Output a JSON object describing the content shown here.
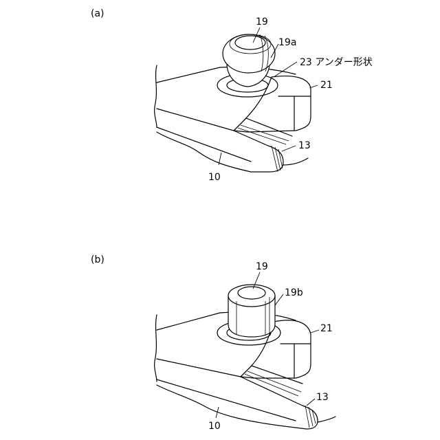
{
  "figure_a": {
    "panel_label": "(a)",
    "labels": {
      "stud": "19",
      "stud_head": "19a",
      "undercut": "23 アンダー形状",
      "flange": "21",
      "edge": "13",
      "body": "10"
    }
  },
  "figure_b": {
    "panel_label": "(b)",
    "labels": {
      "stud": "19",
      "stud_head": "19b",
      "flange": "21",
      "edge": "13",
      "body": "10"
    }
  }
}
